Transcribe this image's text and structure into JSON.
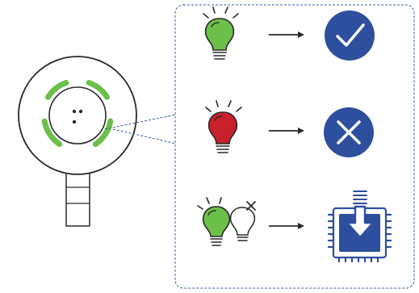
{
  "colors": {
    "outline": "#2a2a2a",
    "led_green": "#6cc04a",
    "bulb_green": "#6cc04a",
    "bulb_red": "#c8202c",
    "badge_blue": "#2d4f9e",
    "chip_blue": "#2d4f9e",
    "callout_border": "#3a5fa0",
    "background": "#ffffff"
  },
  "device": {
    "name": "device-top-view",
    "led_ring_segments": 4,
    "button_dots": 3
  },
  "legend": {
    "rows": [
      {
        "indicator": "green-lightbulb-icon",
        "result": "checkmark-badge-icon"
      },
      {
        "indicator": "red-lightbulb-icon",
        "result": "cross-badge-icon"
      },
      {
        "indicator": "alternating-green-lightbulb-icon",
        "result": "firmware-download-chip-icon"
      }
    ]
  },
  "icons": {
    "arrow": "arrow-right-icon",
    "device_button": "button-dots-icon"
  }
}
